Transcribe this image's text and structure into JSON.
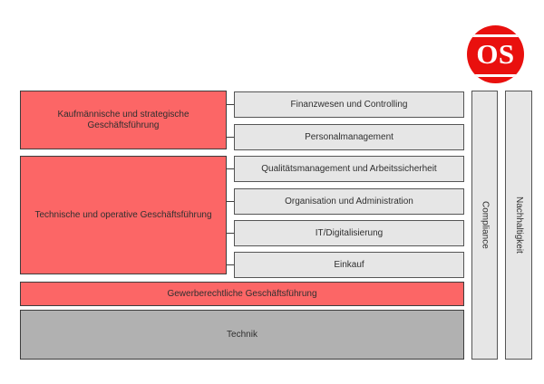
{
  "logo": {
    "text": "OS",
    "bg_color": "#e9100e",
    "stripe_color": "#ffffff"
  },
  "colors": {
    "accent_red": "#fc6666",
    "light_gray": "#e6e6e6",
    "dark_gray": "#b1b1b1",
    "border": "#3d3d3d",
    "text": "#2f2f2f"
  },
  "leadership": [
    {
      "label": "Kaufmännische und strategische Geschäftsführung"
    },
    {
      "label": "Technische und operative Geschäftsführung"
    }
  ],
  "departments": [
    {
      "label": "Finanzwesen und Controlling"
    },
    {
      "label": "Personalmanagement"
    },
    {
      "label": "Qualitätsmanagement und Arbeitssicherheit"
    },
    {
      "label": "Organisation und Administration"
    },
    {
      "label": "IT/Digitalisierung"
    },
    {
      "label": "Einkauf"
    }
  ],
  "bottom_bars": [
    {
      "label": "Gewerberechtliche Geschäftsführung"
    },
    {
      "label": "Technik"
    }
  ],
  "vertical_bars": [
    {
      "label": "Compliance"
    },
    {
      "label": "Nachhaltigkeit"
    }
  ]
}
